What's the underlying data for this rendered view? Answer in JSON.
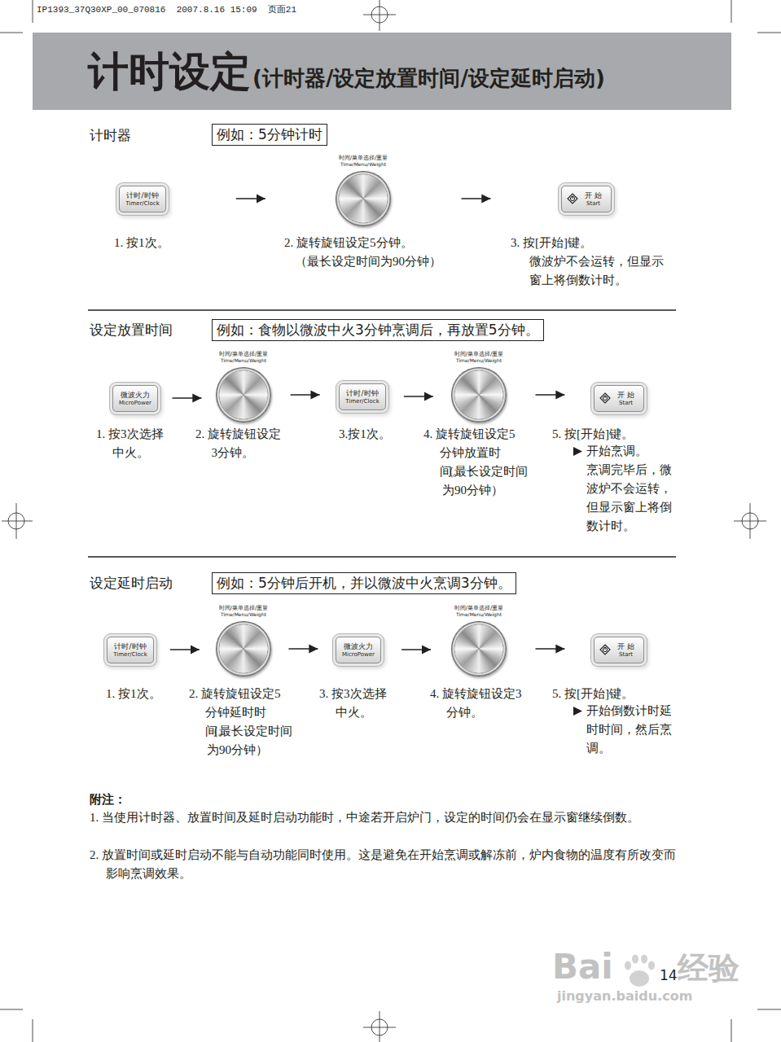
{
  "diagram": {
    "title": "计时设定",
    "nodes": [
      {
        "text": [
          "例如：5分钟计时"
        ]
      },
      {
        "text": [
          "计时/时钟",
          "Timer/Clock"
        ]
      },
      {
        "text": [
          "时间/菜单选择/重量",
          "Time/Menu/Weight"
        ]
      },
      {
        "text": [
          "开 始",
          "Start"
        ]
      },
      {
        "text": [
          "例如：食物以微波中火3分钟烹调后，再放置5分钟。"
        ]
      },
      {
        "text": [
          "微波火力",
          "MicroPower"
        ]
      },
      {
        "text": [
          "时间/菜单选择/重量",
          "Time/Menu/Weight"
        ]
      },
      {
        "text": [
          "计时/时钟",
          "Timer/Clock"
        ]
      },
      {
        "text": [
          "时间/菜单选择/重量",
          "Time/Menu/Weight"
        ]
      },
      {
        "text": [
          "开 始",
          "Start"
        ]
      },
      {
        "text": [
          "例如：5分钟后开机，并以微波中火烹调3分钟。"
        ]
      },
      {
        "text": [
          "计时/时钟",
          "Timer/Clock"
        ]
      },
      {
        "text": [
          "时间/菜单选择/重量",
          "Time/Menu/Weight"
        ]
      },
      {
        "text": [
          "微波火力",
          "MicroPower"
        ]
      },
      {
        "text": [
          "时间/菜单选择/重量",
          "Time/Menu/Weight"
        ]
      },
      {
        "text": [
          "开 始",
          "Start"
        ]
      }
    ],
    "edges": [
      {
        "from": 1,
        "to": 2,
        "arrow": "to"
      },
      {
        "from": 2,
        "to": 3,
        "arrow": "to"
      },
      {
        "from": 5,
        "to": 6,
        "arrow": "to"
      },
      {
        "from": 6,
        "to": 7,
        "arrow": "to"
      },
      {
        "from": 7,
        "to": 8,
        "arrow": "to"
      },
      {
        "from": 8,
        "to": 9,
        "arrow": "to"
      },
      {
        "from": 11,
        "to": 12,
        "arrow": "to"
      },
      {
        "from": 12,
        "to": 13,
        "arrow": "to"
      },
      {
        "from": 13,
        "to": 14,
        "arrow": "to"
      },
      {
        "from": 14,
        "to": 15,
        "arrow": "to"
      }
    ],
    "labels": [
      "IP1393_37Q30XP_00_070816  2007.8.16 15:09  页面21",
      "(计时器/设定放置时间/设定延时启动)",
      "计时器",
      "1. 按1次。",
      "2. 旋转旋钮设定5分钟。",
      "（最长设定时间为90分钟）",
      "3. 按[开始]键。",
      "微波炉不会运转，但显示窗上将倒数计时。",
      "设定放置时间",
      "1. 按3次选择中火。",
      "2. 旋转旋钮设定3分钟。",
      "3.按1次。",
      "4. 旋转旋钮设定5分钟放置时间。",
      "（最长设定时间为90分钟）",
      "5. 按[开始]键。",
      "开始烹调。",
      "烹调完毕后，微波炉不会运转，但显示窗上将倒数计时。",
      "设定延时启动",
      "1. 按1次。",
      "2. 旋转旋钮设定5分钟延时时间。",
      "（最长设定时间为90分钟）",
      "3. 按3次选择中火。",
      "4. 旋转旋钮设定3分钟。",
      "5. 按[开始]键。",
      "开始倒数计时延时时间，然后烹调。",
      "附注：",
      "1. 当使用计时器、放置时间及延时启动功能时，中途若开启炉门，设定的时间仍会在显示窗继续倒数。",
      "2. 放置时间或延时启动不能与自动功能同时使用。这是避免在开始烹调或解冻前，炉内食物的温度有所改变而影响烹调效果。",
      "14",
      "Bai",
      "经验",
      "jingyan.baidu.com"
    ]
  }
}
